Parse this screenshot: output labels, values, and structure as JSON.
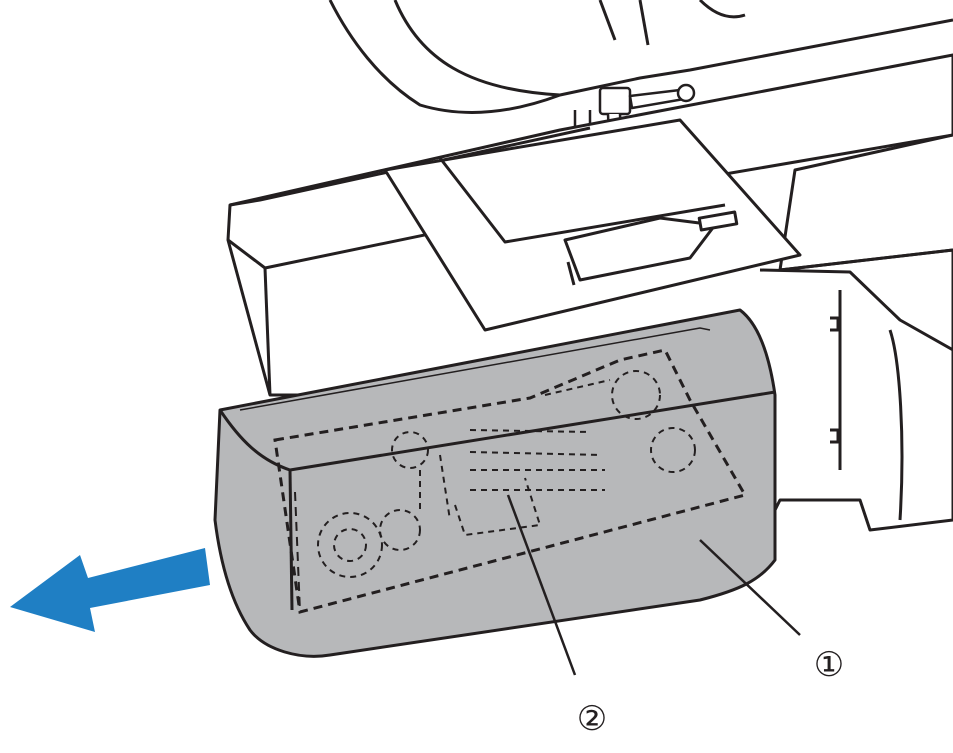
{
  "colors": {
    "line": "#231f20",
    "machine_fill": "#ffffff",
    "box_fill": "#b7b8ba",
    "box_top": "#c4c5c7",
    "arrow": "#1f7fc4"
  },
  "icons": {
    "direction_arrow": "left-arrow-icon"
  },
  "callouts": [
    {
      "label": "①",
      "target": "flat-bed-attachment"
    },
    {
      "label": "②",
      "target": "accessory-compartment"
    }
  ]
}
